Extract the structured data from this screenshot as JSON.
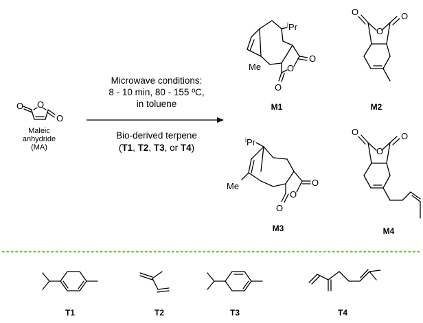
{
  "reactant": {
    "name_line1": "Maleic",
    "name_line2": "anhydride",
    "name_line3": "(MA)",
    "atom_o": "O"
  },
  "conditions": {
    "above_line1": "Microwave conditions:",
    "above_line2": "8 - 10 min, 80 - 155 ºC,",
    "above_line3": "in toluene",
    "below_line1": "Bio-derived terpene",
    "below_line2_open": "(",
    "below_line2_sep1": ", ",
    "below_line2_sep2": ", ",
    "below_line2_sep3": ", or ",
    "below_line2_close": ")"
  },
  "products": [
    {
      "label": "M1",
      "substituent_ipr_sup": "i",
      "substituent_ipr": "Pr",
      "substituent_me": "Me"
    },
    {
      "label": "M2"
    },
    {
      "label": "M3",
      "substituent_ipr_sup": "i",
      "substituent_ipr": "Pr",
      "substituent_me": "Me"
    },
    {
      "label": "M4"
    }
  ],
  "terpenes": [
    {
      "label": "T1"
    },
    {
      "label": "T2"
    },
    {
      "label": "T3"
    },
    {
      "label": "T4"
    }
  ],
  "colors": {
    "divider": "#7ac143",
    "ink": "#000000"
  }
}
